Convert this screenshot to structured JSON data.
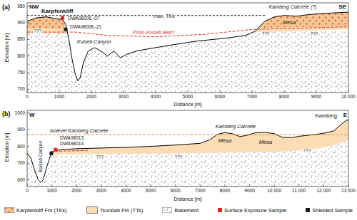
{
  "diagram": {
    "labels": [
      "(a)",
      "NW",
      "SE",
      "Karpfenkliff",
      "max. TKk",
      "DWA98006,-07",
      "DWA98008,-21",
      "Kuiseb Canyon",
      "Proto-Kuiseb Bed?",
      "Kamberg Calcrete (?)",
      "Mesa",
      "???",
      "???",
      "???",
      "950",
      "900",
      "850",
      "800",
      "750",
      "700",
      "Elevation [m]",
      "0",
      "1000",
      "2000",
      "3000",
      "4000",
      "5000",
      "6000",
      "7000",
      "8000",
      "9000",
      "10 000",
      "Distance [m]",
      "(b)",
      "W",
      "E",
      "Kamberg",
      "isolevel Kamberg Calcrete",
      "Kamberg Calcrete",
      "Mesa",
      "Mesa",
      "Kuiseb Canyon",
      "DWA98013",
      "DWA98014",
      "???",
      "???",
      "???",
      "1000",
      "900",
      "800",
      "700",
      "600",
      "Elevation [m]",
      "0",
      "1000",
      "2000",
      "3000",
      "4000",
      "5000",
      "6000",
      "7000",
      "8000",
      "9000",
      "10 000",
      "11 000",
      "12 000",
      "13 000",
      "Distance [m]"
    ],
    "legend": [
      {
        "text": "Karpfenkliff Fm (TKk)"
      },
      {
        "text": "Tsondab Fm (TTs)",
        "color": "#fcdcb4"
      },
      {
        "text": "Basement"
      },
      {
        "text": "Surface Exposure Sample",
        "color": "#e2231a"
      },
      {
        "text": "Shielded Sample",
        "color": "#1a1a1a"
      }
    ]
  }
}
